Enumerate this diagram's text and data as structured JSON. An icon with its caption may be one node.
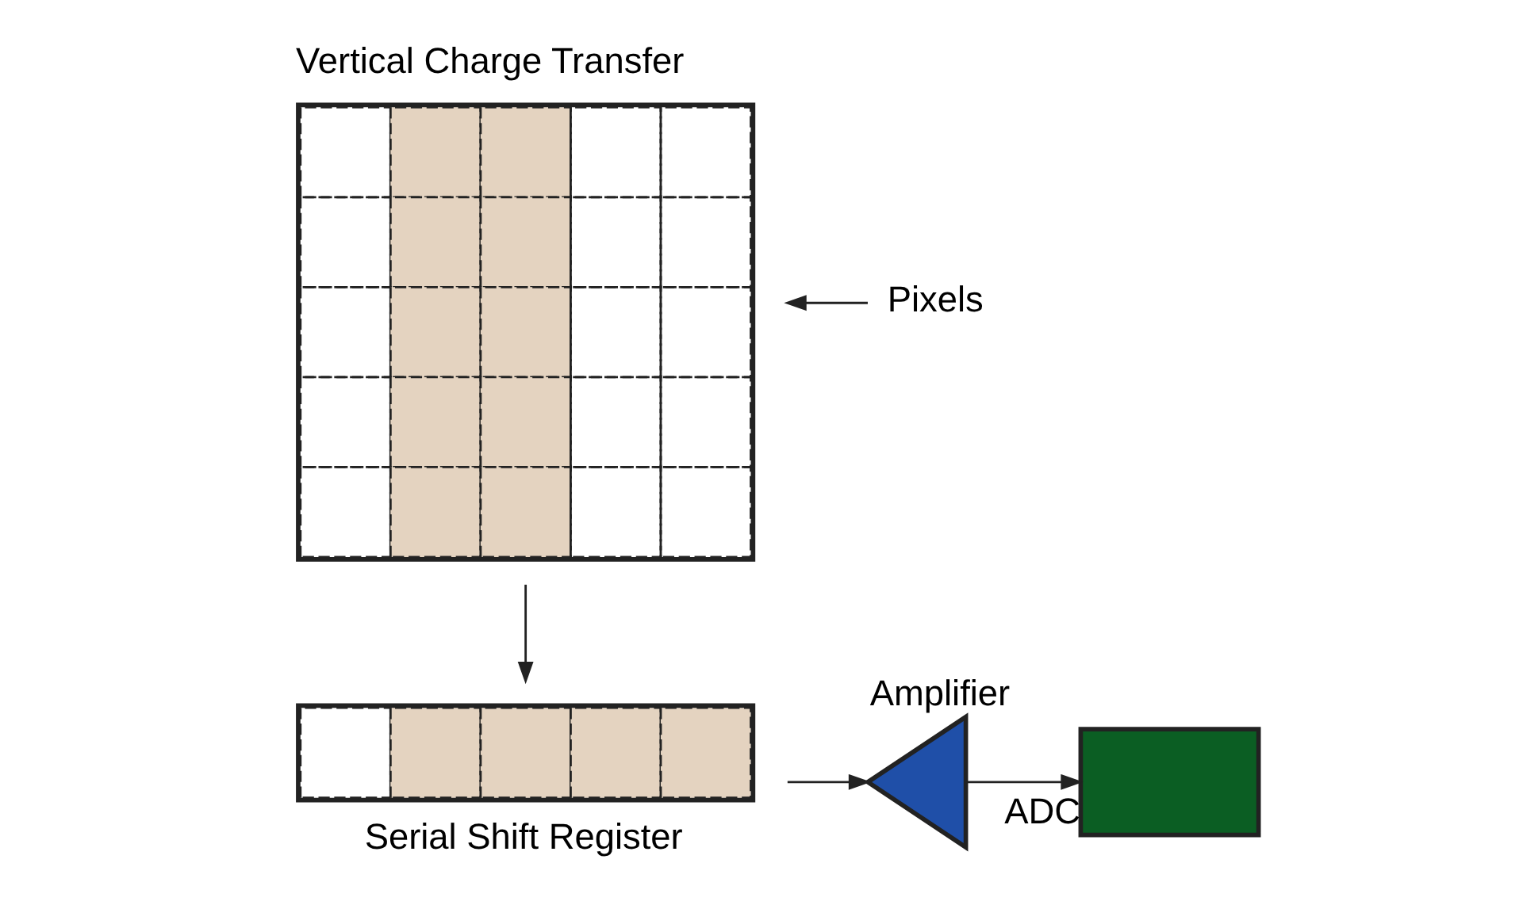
{
  "diagram": {
    "nodes": [
      {
        "text": [
          "Vertical Charge Transfer"
        ]
      },
      {
        "text": [
          "Pixels"
        ]
      },
      {
        "text": [
          "Serial Shift Register"
        ]
      },
      {
        "text": [
          "Amplifier"
        ]
      },
      {
        "text": [
          "ADC"
        ]
      }
    ],
    "edges": [
      {
        "from": 1,
        "to": 0,
        "arrow": "to"
      },
      {
        "from": 0,
        "to": 2,
        "arrow": "to"
      },
      {
        "from": 2,
        "to": 3,
        "arrow": "to"
      },
      {
        "from": 3,
        "to": 4,
        "arrow": "to"
      }
    ]
  }
}
